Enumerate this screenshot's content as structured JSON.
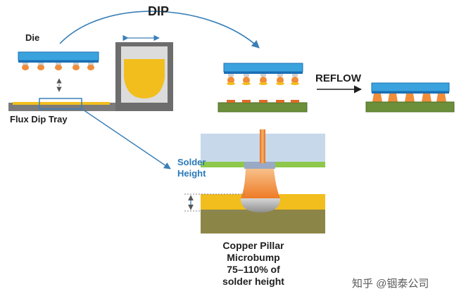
{
  "labels": {
    "dip": "DIP",
    "die": "Die",
    "flux_dip_tray": "Flux Dip Tray",
    "reflow": "REFLOW",
    "solder_height_line1": "Solder",
    "solder_height_line2": "Height",
    "caption_line1": "Copper Pillar",
    "caption_line2": "Microbump",
    "caption_line3": "75–110% of",
    "caption_line4": "solder height"
  },
  "watermark": "知乎 @铟泰公司",
  "colors": {
    "die_blue": "#3aa3dd",
    "die_stripe": "#1a6fb5",
    "substrate_green": "#6b8f3a",
    "flux_yellow": "#f2be1d",
    "solder_orange": "#f08d39",
    "arrow_blue": "#3a7fb8",
    "tray_gray": "#7b7b7b",
    "substrate_olive": "#8c8548",
    "glass_blue": "#c7d8ea",
    "pad_green": "#8dc84a"
  }
}
